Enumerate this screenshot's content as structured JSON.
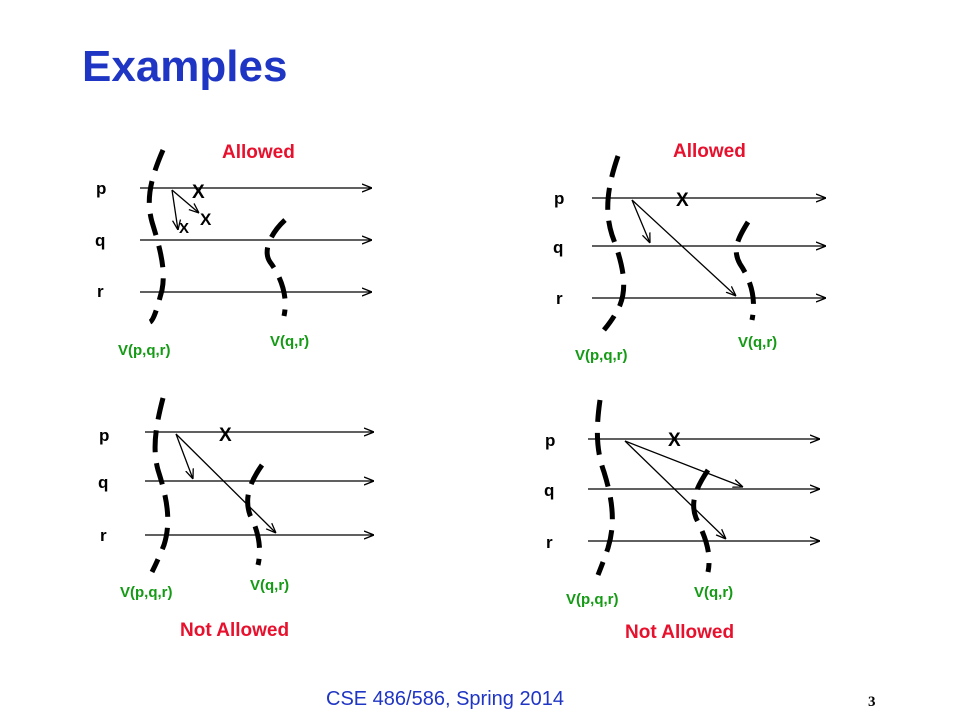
{
  "slide": {
    "title": "Examples",
    "footer": "CSE 486/586, Spring 2014",
    "page_number": "3"
  },
  "panels": [
    {
      "id": "top-left",
      "verdict": "Allowed",
      "processes": [
        "p",
        "q",
        "r"
      ],
      "send_marks": [
        "X",
        "X",
        "X"
      ],
      "cuts": [
        "V(p,q,r)",
        "V(q,r)"
      ]
    },
    {
      "id": "top-right",
      "verdict": "Allowed",
      "processes": [
        "p",
        "q",
        "r"
      ],
      "send_marks": [
        "X"
      ],
      "cuts": [
        "V(p,q,r)",
        "V(q,r)"
      ]
    },
    {
      "id": "bottom-left",
      "verdict": "Not Allowed",
      "processes": [
        "p",
        "q",
        "r"
      ],
      "send_marks": [
        "X"
      ],
      "cuts": [
        "V(p,q,r)",
        "V(q,r)"
      ]
    },
    {
      "id": "bottom-right",
      "verdict": "Not Allowed",
      "processes": [
        "p",
        "q",
        "r"
      ],
      "send_marks": [
        "X"
      ],
      "cuts": [
        "V(p,q,r)",
        "V(q,r)"
      ]
    }
  ],
  "colors": {
    "title": "#1f35c4",
    "verdict": "#e8112d",
    "cut_label": "#149a14",
    "lines": "#000000"
  }
}
